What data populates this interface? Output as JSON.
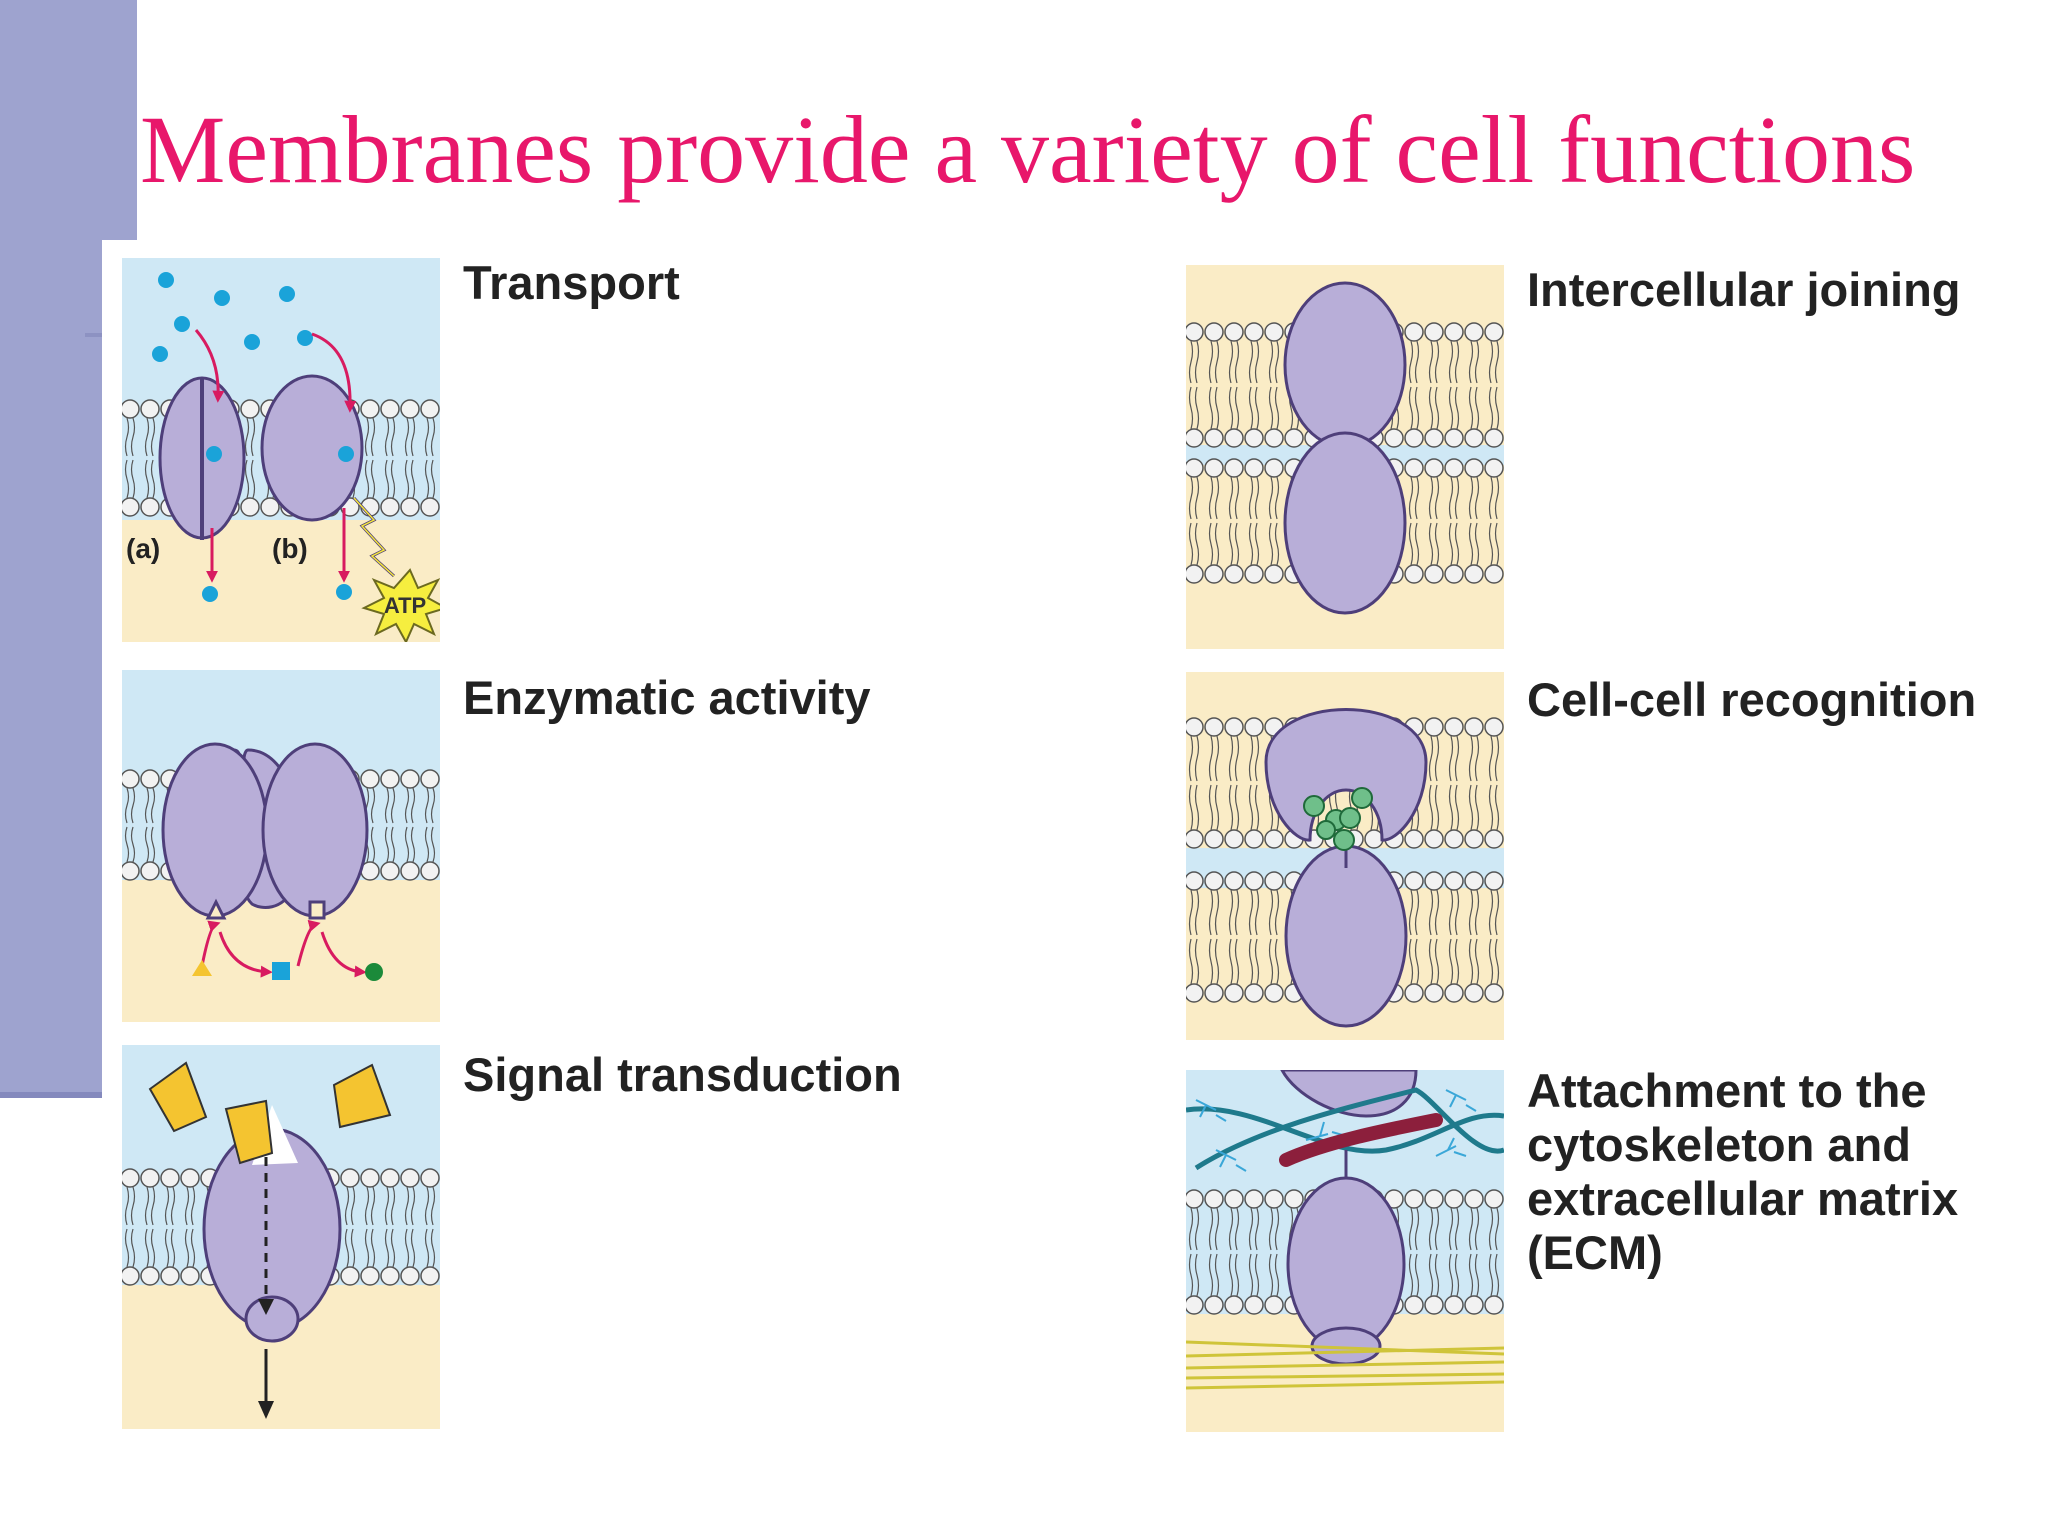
{
  "slide": {
    "title": "Membranes provide a variety of cell functions",
    "title_color": "#e8176b"
  },
  "colors": {
    "extracellular": "#cfe8f5",
    "cytoplasm": "#faecc6",
    "protein": "#b8aed8",
    "protein_outline": "#4e3f7a",
    "arrow": "#d81b60",
    "solute": "#1aa3d9",
    "signal": "#f4c430",
    "sidebar": "#9ea3cf"
  },
  "functions": [
    {
      "label": "Transport",
      "sublabels": [
        "(a)",
        "(b)"
      ],
      "badge": "ATP"
    },
    {
      "label": "Enzymatic activity"
    },
    {
      "label": "Signal transduction"
    },
    {
      "label": "Intercellular joining"
    },
    {
      "label": "Cell-cell recognition"
    },
    {
      "label": "Attachment to the cytoskeleton and extracellular matrix (ECM)"
    }
  ]
}
